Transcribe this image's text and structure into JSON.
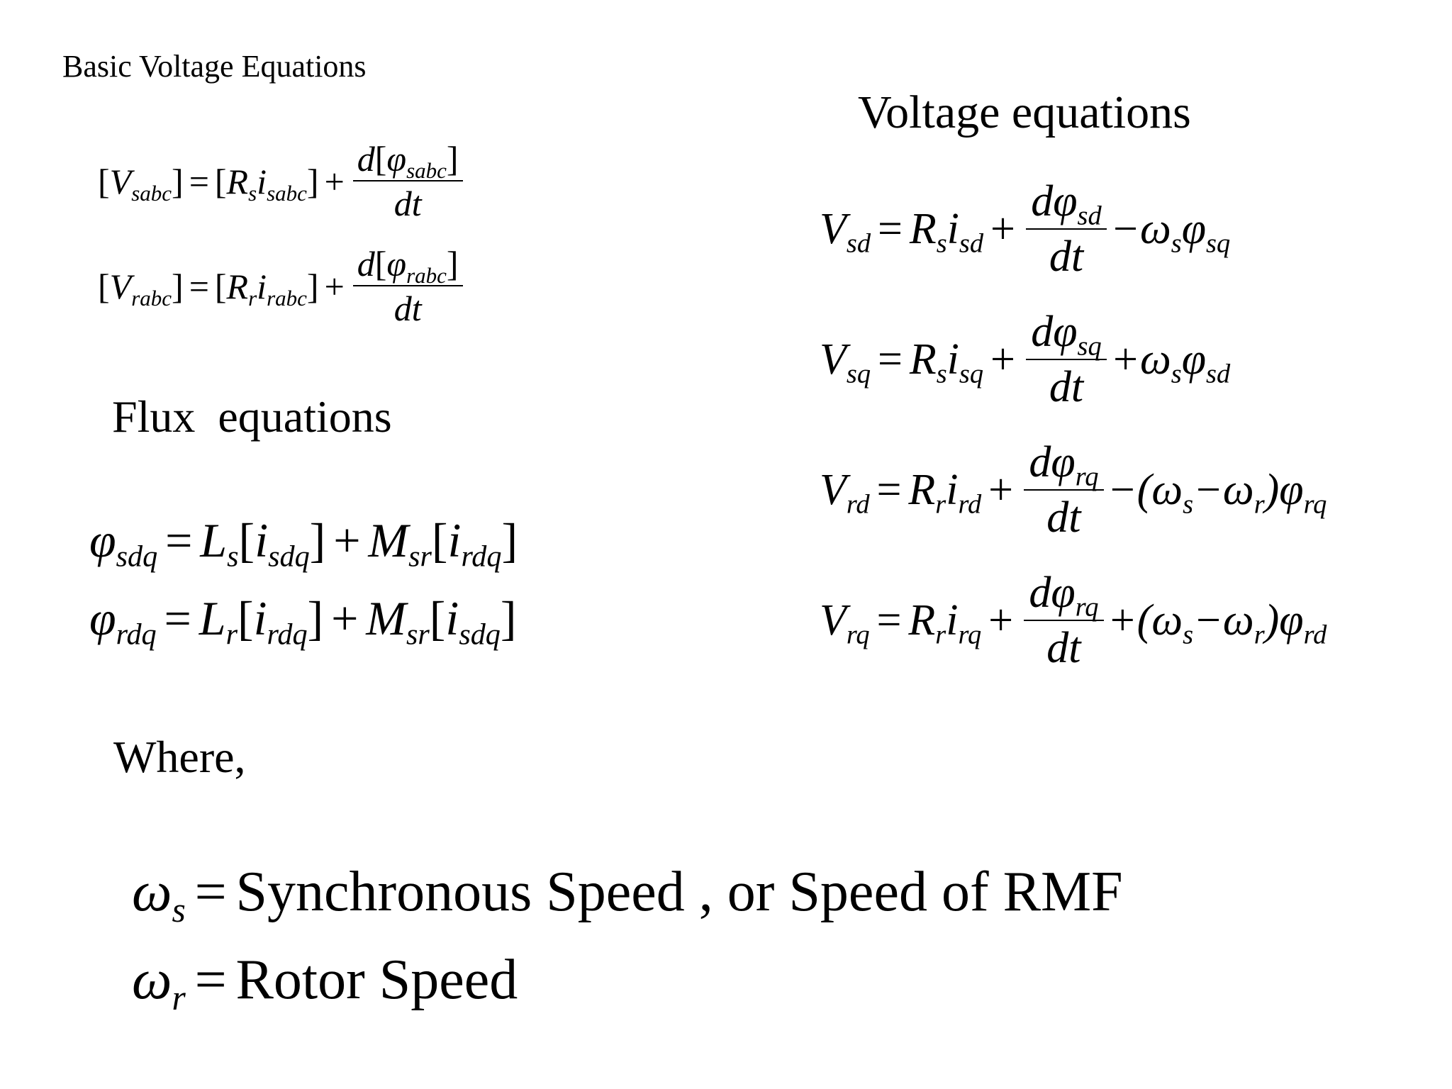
{
  "headings": {
    "basic": "Basic Voltage Equations",
    "voltage": "Voltage equations",
    "flux": "Flux  equations",
    "where": "Where,"
  },
  "basic_equations": [
    {
      "lhs_var": "V",
      "lhs_sub": "sabc",
      "r": "R",
      "r_sub": "s",
      "i": "i",
      "i_sub": "sabc",
      "num_d": "d",
      "num_var": "φ",
      "num_sub": "sabc",
      "den": "dt"
    },
    {
      "lhs_var": "V",
      "lhs_sub": "rabc",
      "r": "R",
      "r_sub": "r",
      "i": "i",
      "i_sub": "rabc",
      "num_d": "d",
      "num_var": "φ",
      "num_sub": "rabc",
      "den": "dt"
    }
  ],
  "flux_equations": [
    {
      "lhs_var": "φ",
      "lhs_sub": "sdq",
      "l": "L",
      "l_sub": "s",
      "i1": "i",
      "i1_sub": "sdq",
      "m": "M",
      "m_sub": "sr",
      "i2": "i",
      "i2_sub": "rdq"
    },
    {
      "lhs_var": "φ",
      "lhs_sub": "rdq",
      "l": "L",
      "l_sub": "r",
      "i1": "i",
      "i1_sub": "rdq",
      "m": "M",
      "m_sub": "sr",
      "i2": "i",
      "i2_sub": "sdq"
    }
  ],
  "voltage_equations": [
    {
      "lhs_var": "V",
      "lhs_sub": "sd",
      "r": "R",
      "r_sub": "s",
      "i": "i",
      "i_sub": "sd",
      "num_d": "d",
      "num_var": "φ",
      "num_sub": "sd",
      "den": "dt",
      "tail": "−ω",
      "tail_w_sub": "s",
      "tail_phi": "φ",
      "tail_phi_sub": "sq"
    },
    {
      "lhs_var": "V",
      "lhs_sub": "sq",
      "r": "R",
      "r_sub": "s",
      "i": "i",
      "i_sub": "sq",
      "num_d": "d",
      "num_var": "φ",
      "num_sub": "sq",
      "den": "dt",
      "tail": "+ω",
      "tail_w_sub": "s",
      "tail_phi": "φ",
      "tail_phi_sub": "sd"
    },
    {
      "lhs_var": "V",
      "lhs_sub": "rd",
      "r": "R",
      "r_sub": "r",
      "i": "i",
      "i_sub": "rd",
      "num_d": "d",
      "num_var": "φ",
      "num_sub": "rq",
      "den": "dt",
      "tail_open": "−(ω",
      "tail_w1_sub": "s",
      "tail_mid": "−ω",
      "tail_w2_sub": "r",
      "tail_close": ")φ",
      "tail_phi_sub": "rq"
    },
    {
      "lhs_var": "V",
      "lhs_sub": "rq",
      "r": "R",
      "r_sub": "r",
      "i": "i",
      "i_sub": "rq",
      "num_d": "d",
      "num_var": "φ",
      "num_sub": "rq",
      "den": "dt",
      "tail_open": "+(ω",
      "tail_w1_sub": "s",
      "tail_mid": "−ω",
      "tail_w2_sub": "r",
      "tail_close": ")φ",
      "tail_phi_sub": "rd"
    }
  ],
  "definitions": [
    {
      "var": "ω",
      "sub": "s",
      "eq": "=",
      "text": "Synchronous Speed , or Speed of RMF"
    },
    {
      "var": "ω",
      "sub": "r",
      "eq": "=",
      "text": "Rotor Speed"
    }
  ]
}
